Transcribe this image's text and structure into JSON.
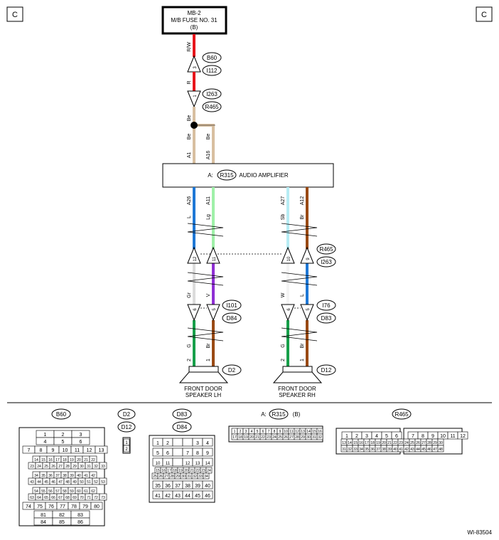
{
  "page": {
    "corner_marker_left": "C",
    "corner_marker_right": "C",
    "figure_id": "WI-83504"
  },
  "fuse": {
    "line1": "MB-2",
    "line2": "M/B FUSE NO. 31",
    "line3": "(B)"
  },
  "amplifier": {
    "prefix": "A:",
    "connector": "R315",
    "label": "AUDIO AMPLIFIER"
  },
  "wires": {
    "fuse_to_b60": "R/W",
    "b60_to_i263": "R",
    "splice_in": "Be",
    "branch_left": "Be",
    "branch_right": "Be",
    "lh_a26": "L",
    "lh_a11": "Lg",
    "lh_mid_left": "Gr",
    "lh_mid_right": "V",
    "lh_bottom_left": "G",
    "lh_bottom_right": "Br",
    "rh_a27": "Sb",
    "rh_a12": "Br",
    "rh_mid_left": "W",
    "rh_mid_right": "L",
    "rh_bottom_left": "G",
    "rh_bottom_right": "Br"
  },
  "amp_pins": {
    "a1": "A1",
    "a16": "A16",
    "a26": "A26",
    "a11": "A11",
    "a27": "A27",
    "a12": "A12"
  },
  "connector_pins": {
    "b60_pin": "3",
    "i263_pin": "1",
    "lh_upper_left": "12",
    "lh_upper_right": "11",
    "rh_upper_left": "10",
    "rh_upper_right": "9",
    "lh_lower_left": "6",
    "lh_lower_right": "5",
    "rh_lower_left": "6",
    "rh_lower_right": "5",
    "lh_spk_left": "2",
    "lh_spk_right": "1",
    "rh_spk_left": "2",
    "rh_spk_right": "1"
  },
  "connector_labels": {
    "b60": "B60",
    "i112": "I112",
    "i263": "I263",
    "r465": "R465",
    "upper_rh_r465": "R465",
    "upper_rh_i263": "I263",
    "i101": "I101",
    "d84": "D84",
    "i76": "I76",
    "d83": "D83",
    "d2": "D2",
    "d12": "D12"
  },
  "speakers": {
    "lh_line1": "FRONT DOOR",
    "lh_line2": "SPEAKER LH",
    "rh_line1": "FRONT DOOR",
    "rh_line2": "SPEAKER RH"
  },
  "legend": {
    "b60": "B60",
    "d2": "D2",
    "d12": "D12",
    "d83": "D83",
    "d84": "D84",
    "r315_prefix": "A:",
    "r315": "R315",
    "r315_suffix": "(B)",
    "r465": "R465"
  },
  "colors": {
    "red": "#e8151b",
    "beige": "#d8bfa0",
    "blue": "#1e78d6",
    "light_green": "#9ff0a8",
    "sky_blue": "#b7ecf4",
    "brown": "#9a4a14",
    "violet": "#8f2fd4",
    "green": "#17a04a",
    "grey": "#dcdcdc"
  }
}
